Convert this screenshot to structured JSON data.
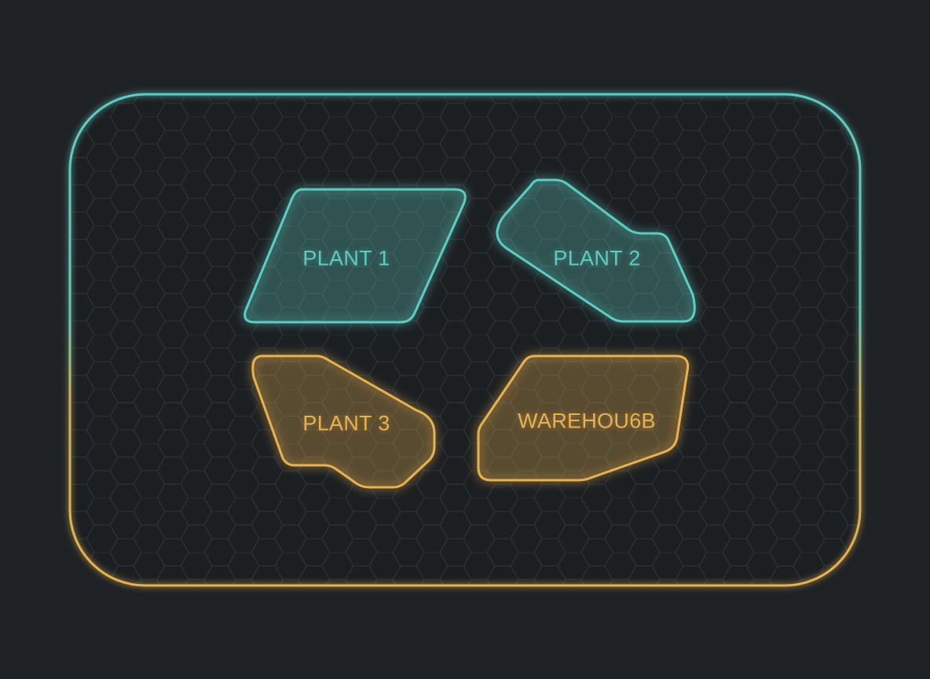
{
  "colors": {
    "background": "#1f2225",
    "panel_fill": "#1c1f22",
    "hex_grid": "#2c3136",
    "teal": "#5ccdc3",
    "gold": "#eab24e"
  },
  "container": {
    "name": "site-boundary",
    "border_gradient": [
      "#5ccdc3",
      "#eab24e"
    ]
  },
  "zones": [
    {
      "id": "plant-1",
      "label": "PLANT 1",
      "color": "teal"
    },
    {
      "id": "plant-2",
      "label": "PLANT 2",
      "color": "teal"
    },
    {
      "id": "plant-3",
      "label": "PLANT 3",
      "color": "gold"
    },
    {
      "id": "warehouse",
      "label": "WAREHOU6B",
      "color": "gold"
    }
  ]
}
